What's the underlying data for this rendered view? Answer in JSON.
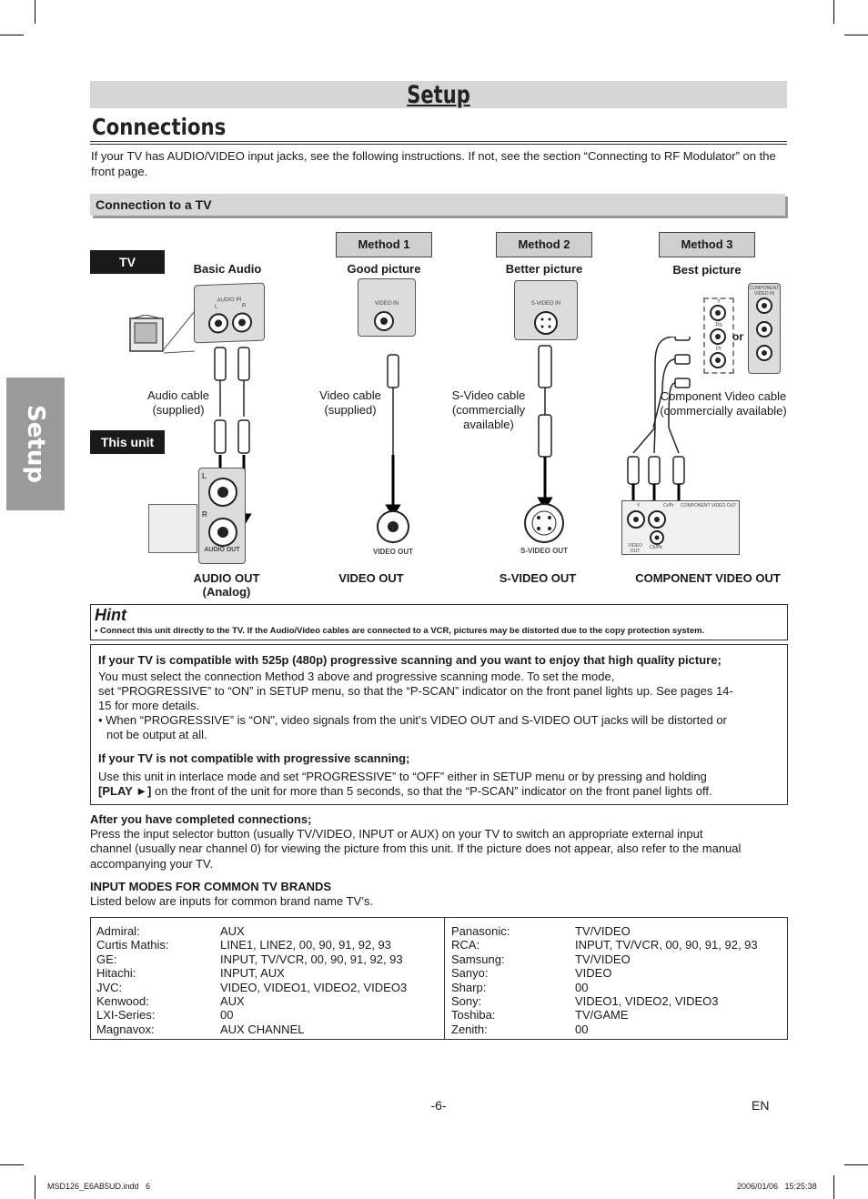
{
  "header": {
    "section": "Setup",
    "title": "Connections"
  },
  "intro": "If your TV has AUDIO/VIDEO input jacks, see the following instructions. If not, see the section “Connecting to RF Modulator” on the front page.",
  "subheading": "Connection to a TV",
  "side_tab": "Setup",
  "diagram": {
    "tv_tag": "TV",
    "unit_tag": "This unit",
    "methods": [
      "Method 1",
      "Method 2",
      "Method 3"
    ],
    "quality": [
      "Basic Audio",
      "Good picture",
      "Better picture",
      "Best picture"
    ],
    "jack_labels": {
      "audio_in": "AUDIO IN",
      "l": "L",
      "r": "R",
      "video_in": "VIDEO IN",
      "svideo_in": "S-VIDEO IN",
      "component_in": "COMPONENT VIDEO IN",
      "y": "Y",
      "pb": "Pb",
      "pr": "Pr",
      "cb": "Cb",
      "cr": "Cr"
    },
    "or_text": "or",
    "cables": {
      "audio": "Audio cable (supplied)",
      "video": "Video cable (supplied)",
      "svideo": "S-Video cable (commercially available)",
      "component": "Component Video cable (commercially available)"
    },
    "unit_jacks": {
      "audio_out": "AUDIO OUT",
      "l": "L",
      "r": "R",
      "video_out": "VIDEO OUT",
      "svideo_out": "S-VIDEO OUT",
      "comp_y": "Y",
      "comp_cbpb": "Cb/Pb",
      "comp_crpr": "Cr/Pr",
      "comp_label": "COMPONENT  VIDEO OUT",
      "comp_video_out": "VIDEO OUT"
    },
    "outputs": [
      "AUDIO OUT (Analog)",
      "VIDEO OUT",
      "S-VIDEO OUT",
      "COMPONENT VIDEO OUT"
    ]
  },
  "hint": {
    "title": "Hint",
    "text": "• Connect this unit directly to the TV. If the Audio/Video cables are connected to a VCR, pictures may be distorted due to the copy protection system."
  },
  "progressive": {
    "heading1": "If your TV is compatible with 525p (480p) progressive scanning and you want to enjoy that high quality picture;",
    "line1": "You must select the connection Method 3 above and progressive scanning mode. To set the mode,",
    "line2": "set “PROGRESSIVE” to “ON” in SETUP menu, so that the “P-SCAN” indicator on the front panel lights up. See pages 14-",
    "line3": "15 for more details.",
    "bullet1": "• When “PROGRESSIVE” is “ON”, video signals from the unit’s VIDEO OUT and S-VIDEO OUT jacks will be distorted or",
    "bullet2": "not be output at all.",
    "heading2": "If your TV is not compatible with progressive scanning;",
    "line4": "Use this unit in interlace mode and set “PROGRESSIVE” to “OFF” either in SETUP menu or by pressing and holding",
    "play_key": "[PLAY ►]",
    "line5": " on the front of the unit for more than 5 seconds, so that the “P-SCAN” indicator on the front panel lights off."
  },
  "after": {
    "heading": "After you have completed connections;",
    "l1": "Press the input selector button (usually TV/VIDEO, INPUT or AUX) on your TV to switch an appropriate external input",
    "l2": "channel (usually near channel 0) for viewing the picture from this unit. If the picture does not appear, also refer to the manual",
    "l3": "accompanying your TV."
  },
  "input_modes": {
    "heading": "INPUT MODES FOR COMMON TV BRANDS",
    "sub": "Listed below are inputs for common brand name TV’s.",
    "left": [
      [
        "Admiral:",
        "AUX"
      ],
      [
        "Curtis Mathis:",
        "LINE1, LINE2, 00, 90, 91, 92, 93"
      ],
      [
        "GE:",
        "INPUT, TV/VCR, 00, 90, 91, 92, 93"
      ],
      [
        "Hitachi:",
        "INPUT, AUX"
      ],
      [
        "JVC:",
        "VIDEO, VIDEO1, VIDEO2, VIDEO3"
      ],
      [
        "Kenwood:",
        "AUX"
      ],
      [
        "LXI-Series:",
        "00"
      ],
      [
        "Magnavox:",
        "AUX CHANNEL"
      ]
    ],
    "right": [
      [
        "Panasonic:",
        "TV/VIDEO"
      ],
      [
        "RCA:",
        "INPUT, TV/VCR, 00, 90, 91, 92, 93"
      ],
      [
        "Samsung:",
        "TV/VIDEO"
      ],
      [
        "Sanyo:",
        "VIDEO"
      ],
      [
        "Sharp:",
        "00"
      ],
      [
        "Sony:",
        "VIDEO1, VIDEO2, VIDEO3"
      ],
      [
        "Toshiba:",
        "TV/GAME"
      ],
      [
        "Zenith:",
        "00"
      ]
    ]
  },
  "footer": {
    "page": "-6-",
    "lang": "EN",
    "file": "MSD126_E6AB5UD.indd   6",
    "timestamp": "2006/01/06   15:25:38"
  }
}
